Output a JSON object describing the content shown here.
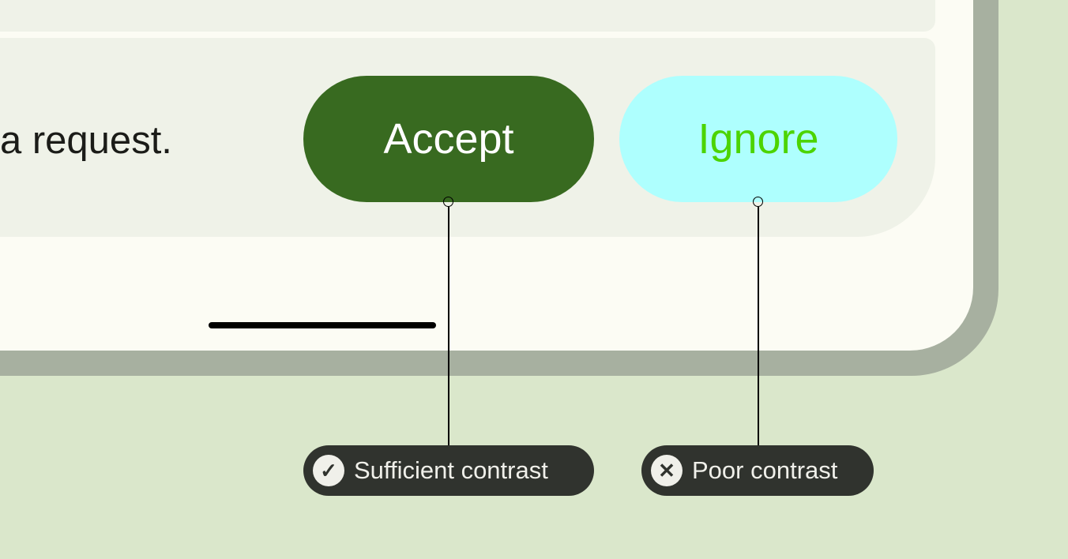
{
  "message": "a request.",
  "buttons": {
    "accept": "Accept",
    "ignore": "Ignore"
  },
  "annotations": [
    {
      "label": "Sufficient contrast",
      "icon": "check-circle-icon"
    },
    {
      "label": "Poor contrast",
      "icon": "x-circle-icon"
    }
  ],
  "colors": {
    "accept_bg": "#386a20",
    "accept_text": "#ffffff",
    "ignore_bg": "#aefffe",
    "ignore_text": "#4cd400",
    "background": "#dae7cb"
  }
}
